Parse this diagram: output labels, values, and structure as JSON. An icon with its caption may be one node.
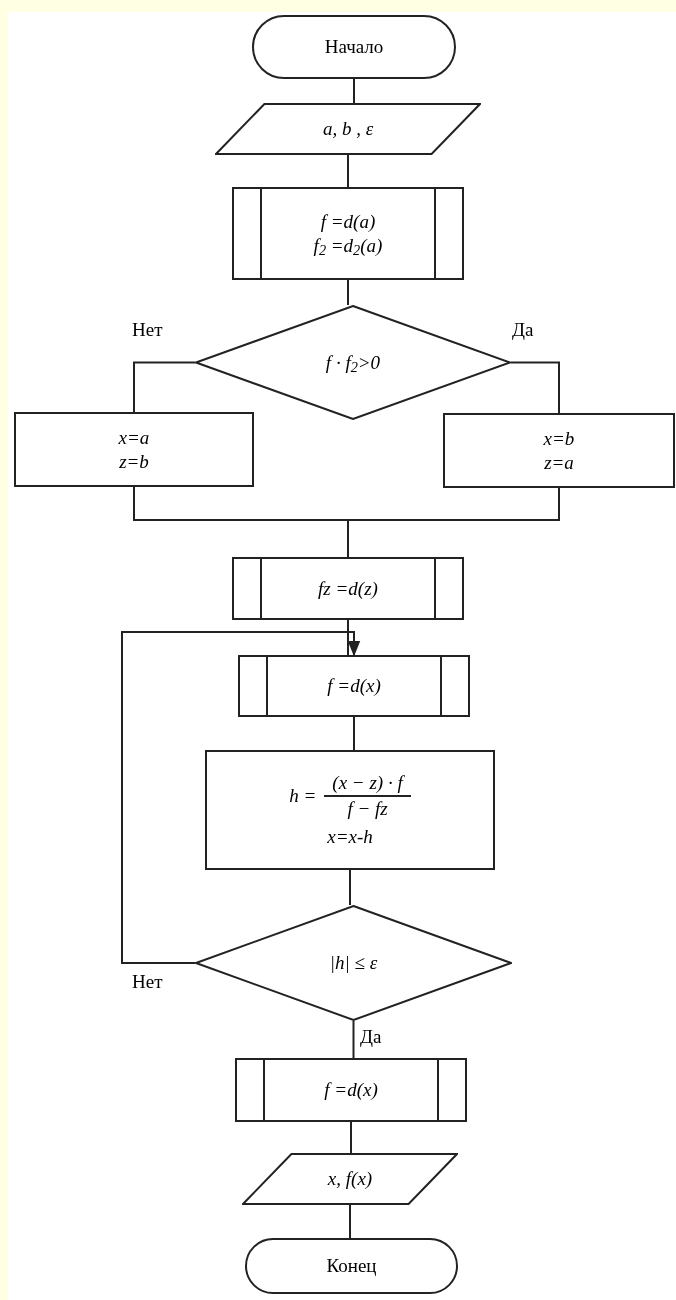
{
  "diagram": {
    "nodes": [
      {
        "text": [
          "Начало"
        ]
      },
      {
        "text": [
          "a, b ,  ε"
        ]
      },
      {
        "text": [
          "f =d(a)",
          "f$_{2}$ =d$_{2}$(a)"
        ]
      },
      {
        "text": [
          "f · f$_{2}$>0"
        ]
      },
      {
        "text": [
          "x=a",
          "z=b"
        ]
      },
      {
        "text": [
          "x=b",
          "z=a"
        ]
      },
      {
        "text": [
          "fz =d(z)"
        ]
      },
      {
        "text": [
          "f =d(x)"
        ]
      },
      {
        "text": [
          "h =",
          "(x − z) · f",
          "f  − fz",
          "x=x-h"
        ]
      },
      {
        "text": [
          "|h| ≤ ε"
        ]
      },
      {
        "text": [
          "f =d(x)"
        ]
      },
      {
        "text": [
          "x, f(x)"
        ]
      },
      {
        "text": [
          "Конец"
        ]
      }
    ],
    "edges": [
      {
        "from": 0,
        "to": 1,
        "arrow": "none"
      },
      {
        "from": 1,
        "to": 2,
        "arrow": "none"
      },
      {
        "from": 2,
        "to": 3,
        "arrow": "none"
      },
      {
        "from": 3,
        "to": 4,
        "arrow": "none",
        "label": "Нет"
      },
      {
        "from": 3,
        "to": 5,
        "arrow": "none",
        "label": "Да"
      },
      {
        "from": 4,
        "to": 6,
        "arrow": "none"
      },
      {
        "from": 5,
        "to": 6,
        "arrow": "none"
      },
      {
        "from": 6,
        "to": 7,
        "arrow": "none"
      },
      {
        "from": 7,
        "to": 8,
        "arrow": "none"
      },
      {
        "from": 8,
        "to": 9,
        "arrow": "none"
      },
      {
        "from": 9,
        "to": 7,
        "arrow": "to",
        "label": "Нет"
      },
      {
        "from": 9,
        "to": 10,
        "arrow": "none",
        "label": "Да"
      },
      {
        "from": 10,
        "to": 11,
        "arrow": "none"
      },
      {
        "from": 11,
        "to": 12,
        "arrow": "none"
      }
    ]
  }
}
